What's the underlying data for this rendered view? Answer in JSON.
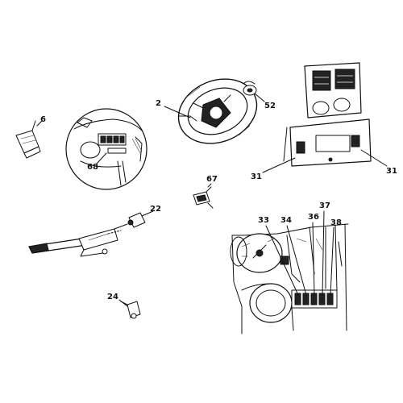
{
  "diagram": {
    "callouts": {
      "c2": "2",
      "c6": "6",
      "c22": "22",
      "c24": "24",
      "c31a": "31",
      "c31b": "31",
      "c33": "33",
      "c34": "34",
      "c36": "36",
      "c37": "37",
      "c38": "38",
      "c52": "52",
      "c67": "67",
      "c68": "68"
    },
    "colors": {
      "ink": "#111111",
      "paper": "#ffffff"
    }
  }
}
